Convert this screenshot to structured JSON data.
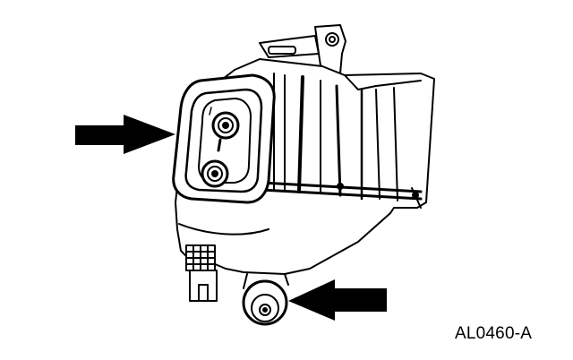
{
  "figure": {
    "id_label": "AL0460-A"
  },
  "colors": {
    "ink": "#000000",
    "paper": "#ffffff"
  },
  "callouts": [
    {
      "name": "arrow-left",
      "points_to": "upper-mount-bushing-assembly"
    },
    {
      "name": "arrow-right",
      "points_to": "lower-mount-bushing"
    }
  ]
}
